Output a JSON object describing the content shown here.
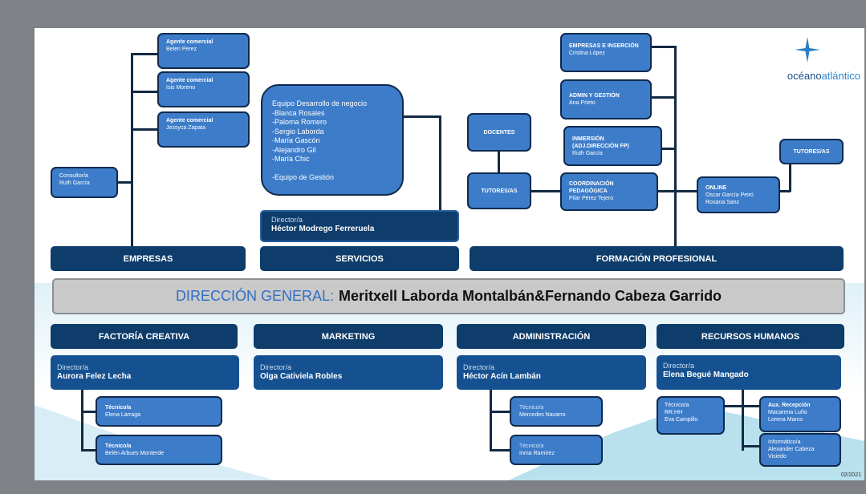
{
  "logo": {
    "text_a": "océano",
    "text_b": "atlántico"
  },
  "date": "02/2021",
  "empresas": {
    "agents": [
      {
        "role": "Agente comercial",
        "name": "Belen Perez"
      },
      {
        "role": "Agente comercial",
        "name": "Isis Moreno"
      },
      {
        "role": "Agente comercial",
        "name": "Jessyca Zapata"
      }
    ],
    "consultor": {
      "role": "Consultor/a",
      "name": "Ruth García"
    },
    "header": "EMPRESAS"
  },
  "servicios": {
    "team": [
      "Equipo Desarrollo de negocio",
      "-Blanca Rosales",
      "-Paloma Romero",
      "-Sergio Laborda",
      "-María Gascón",
      "-Alejandro Gil",
      "-María Chic",
      "",
      "-Equipo de Gestión"
    ],
    "director_role": "Director/a",
    "director_name": "Héctor Modrego Ferreruela",
    "header": "SERVICIOS"
  },
  "fp": {
    "empresas_insercion": {
      "role": "EMPRESAS E INSERCIÓN",
      "name": "Cristina López"
    },
    "admin": {
      "role": "ADMIN Y GESTIÓN",
      "name": "Ana Prieto"
    },
    "inmersion": {
      "role": "INMERSIÓN",
      "role2": "(ADJ.DIRECCIÓN FP)",
      "name": "Ruth García"
    },
    "docentes": "DOCENTES",
    "tutores_left": "TUTORES/AS",
    "coordinacion": {
      "role": "COORDINACIÓN",
      "role2": "PEDAGÓGICA",
      "name": "Pilar Pérez Tejero"
    },
    "online": {
      "role": "ONLINE",
      "name": "Oscar García Peiró",
      "name2": "Rosana Sanz"
    },
    "tutores_right": "TUTORES/AS",
    "header": "FORMACIÓN PROFESIONAL"
  },
  "direccion": {
    "label": "DIRECCIÓN GENERAL:",
    "names": "Meritxell Laborda Montalbán&Fernando Cabeza Garrido"
  },
  "factoria": {
    "header": "FACTORÍA CREATIVA",
    "director_role": "Director/a",
    "director_name": "Aurora Felez Lecha",
    "tecnicos": [
      {
        "role": "Técnico/a",
        "name": "Elena Larraga"
      },
      {
        "role": "Técnico/a",
        "name": "Belén Arbues Monterde"
      }
    ]
  },
  "marketing": {
    "header": "MARKETING",
    "director_role": "Director/a",
    "director_name": "Olga Cativiela Robles"
  },
  "administracion": {
    "header": "ADMINISTRACIÓN",
    "director_role": "Director/a",
    "director_name": "Héctor Acín Lambán",
    "tecnicos": [
      {
        "role": "Técnico/a",
        "name": "Mercedes Navarro"
      },
      {
        "role": "Técnico/a",
        "name": "Inma Ramírez"
      }
    ]
  },
  "rrhh": {
    "header": "RECURSOS HUMANOS",
    "director_role": "Director/a",
    "director_name": "Elena Begué Mangado",
    "tecnico": {
      "role": "Técnico/a",
      "role2": "RR.HH",
      "name": "Eva Campillo"
    },
    "aux": {
      "role": "Aux. Recepción",
      "name": "Macarena Luño",
      "name2": "Lorena Marco"
    },
    "informatico": {
      "role": "Informático/a",
      "name": "Alexander Cabeza",
      "name2": "Visiedo"
    }
  },
  "colors": {
    "box": "#3d7cc9",
    "dark": "#0e3c6b",
    "accent": "#2f6fc4",
    "line": "#132a44"
  }
}
